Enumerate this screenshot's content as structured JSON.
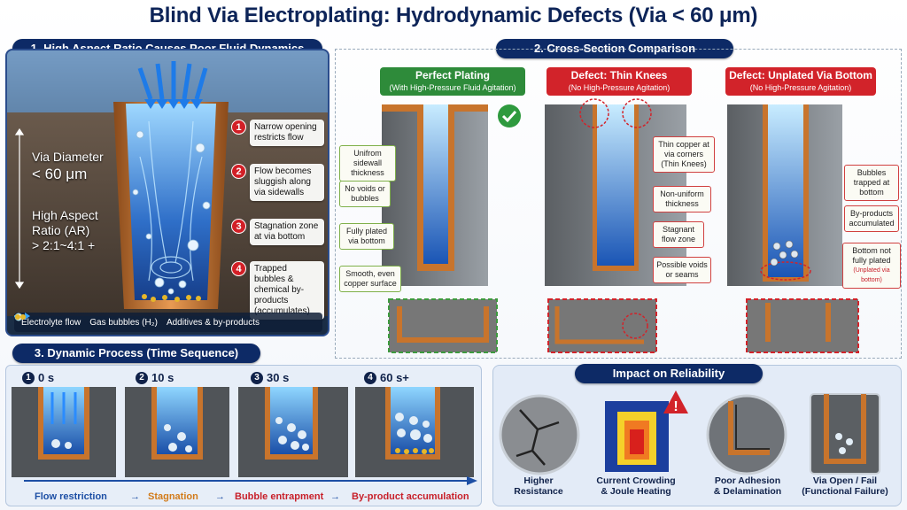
{
  "title": "Blind Via Electroplating: Hydrodynamic Defects (Via < 60 μm)",
  "section1": {
    "heading": "1. High Aspect Ratio Causes Poor Fluid Dynamics",
    "via_diameter_label": "Via Diameter",
    "via_diameter_value": "< 60 μm",
    "aspect_ratio_label_1": "High Aspect",
    "aspect_ratio_label_2": "Ratio (AR)",
    "aspect_ratio_value": "> 2:1~4:1 +",
    "callouts": [
      {
        "num": "1",
        "text": "Narrow opening restricts flow"
      },
      {
        "num": "2",
        "text": "Flow becomes sluggish along via sidewalls"
      },
      {
        "num": "3",
        "text": "Stagnation zone at via bottom"
      },
      {
        "num": "4",
        "text": "Trapped bubbles & chemical by-products (accumulates)"
      }
    ],
    "legend": {
      "flow": "Electrolyte flow",
      "bubbles": "Gas bubbles (H₂)",
      "additives": "Additives & by-products"
    }
  },
  "section2": {
    "heading": "2. Cross-Section Comparison",
    "columns": [
      {
        "title": "Perfect Plating",
        "subtitle": "(With High-Pressure Fluid Agitation)",
        "color": "#2e8b3a"
      },
      {
        "title": "Defect: Thin Knees",
        "subtitle": "(No High-Pressure Agitation)",
        "color": "#d2232a"
      },
      {
        "title": "Defect: Unplated Via Bottom",
        "subtitle": "(No High-Pressure Agitation)",
        "color": "#d2232a"
      }
    ],
    "perfect_tags": [
      "Unifrom sidewall thickness",
      "No voids or bubbles",
      "Fully plated via bottom",
      "Smooth, even copper surface"
    ],
    "knee_tags": [
      "Thin copper at via corners (Thin Knees)",
      "Non-uniform thickness",
      "Stagnant flow zone",
      "Possible voids or seams"
    ],
    "bottom_tags": [
      "Bubbles trapped at bottom",
      "By-products accumulated",
      "Bottom not fully plated"
    ],
    "bottom_tag_note": "(Unplated via bottom)"
  },
  "section3": {
    "heading": "3. Dynamic Process (Time Sequence)",
    "steps": [
      {
        "num": "1",
        "time": "0 s"
      },
      {
        "num": "2",
        "time": "10 s"
      },
      {
        "num": "3",
        "time": "30 s"
      },
      {
        "num": "4",
        "time": "60 s+"
      }
    ],
    "sequence": [
      {
        "text": "Flow restriction",
        "color": "#1d4fa5"
      },
      {
        "text": "Stagnation",
        "color": "#d27b1a"
      },
      {
        "text": "Bubble entrapment",
        "color": "#c8202a"
      },
      {
        "text": "By-product accumulation",
        "color": "#c8202a"
      }
    ],
    "arrow": "→"
  },
  "impact": {
    "heading": "Impact on Reliability",
    "items": [
      {
        "line1": "Higher",
        "line2": "Resistance"
      },
      {
        "line1": "Current Crowding",
        "line2": "& Joule Heating"
      },
      {
        "line1": "Poor Adhesion",
        "line2": "& Delamination"
      },
      {
        "line1": "Via Open / Fail",
        "line2": "(Functional Failure)"
      }
    ],
    "warning_symbol": "!"
  },
  "colors": {
    "navy": "#0d2a66",
    "copper": "#c8742c",
    "green": "#2e8b3a",
    "red": "#d2232a"
  }
}
